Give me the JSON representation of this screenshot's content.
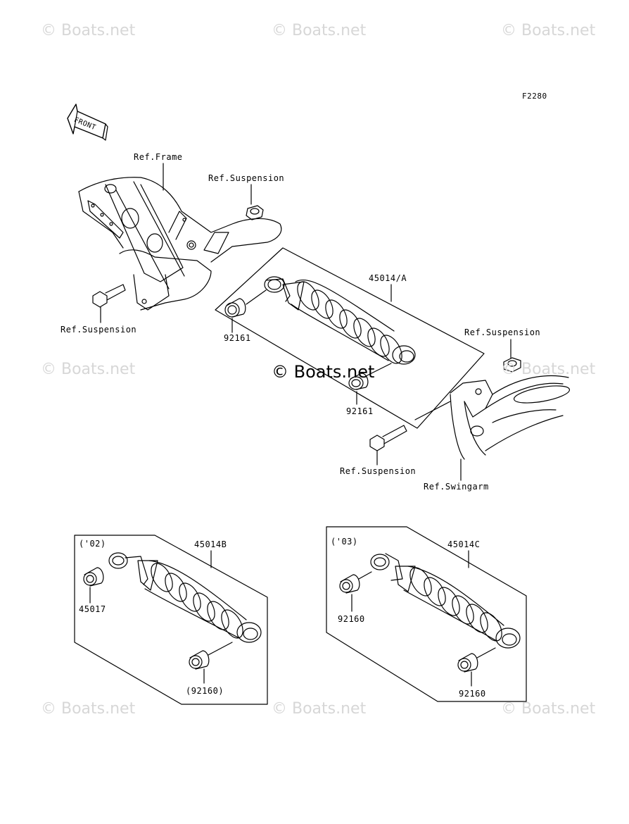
{
  "diagram_code": "F2280",
  "watermark": "© Boats.net",
  "watermark_center": "© Boats.net",
  "front_arrow_text": "FRONT",
  "labels": {
    "ref_frame": "Ref.Frame",
    "ref_suspension_top": "Ref.Suspension",
    "ref_suspension_left": "Ref.Suspension",
    "ref_suspension_right": "Ref.Suspension",
    "ref_suspension_bottom": "Ref.Suspension",
    "ref_swingarm": "Ref.Swingarm",
    "part_45014a": "45014/A",
    "part_92161_a": "92161",
    "part_92161_b": "92161",
    "year_02": "('02)",
    "part_45014b": "45014B",
    "part_45017": "45017",
    "part_92160_paren": "(92160)",
    "year_03": "('03)",
    "part_45014c": "45014C",
    "part_92160_a": "92160",
    "part_92160_b": "92160"
  },
  "colors": {
    "line": "#000000",
    "watermark": "#d7d7d7",
    "background": "#ffffff"
  }
}
